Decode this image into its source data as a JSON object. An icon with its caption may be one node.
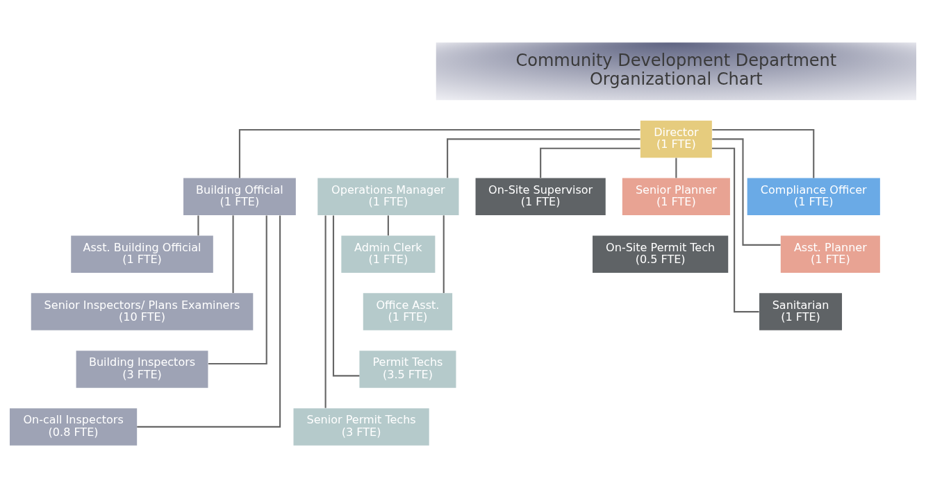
{
  "diagram": {
    "nodes": [
      {
        "text": [
          "Community Development Department",
          "Organizational Chart"
        ]
      },
      {
        "text": [
          "Director",
          "(1 FTE)"
        ]
      },
      {
        "text": [
          "Building Official",
          "(1 FTE)"
        ]
      },
      {
        "text": [
          "Operations Manager",
          "(1 FTE)"
        ]
      },
      {
        "text": [
          "Senior Planner",
          "(1 FTE)"
        ]
      },
      {
        "text": [
          "On-Site Supervisor",
          "(1 FTE)"
        ]
      },
      {
        "text": [
          "Compliance Officer",
          "(1 FTE)"
        ]
      },
      {
        "text": [
          "Asst. Building Official",
          "(1 FTE)"
        ]
      },
      {
        "text": [
          "Admin Clerk",
          "(1 FTE)"
        ]
      },
      {
        "text": [
          "Asst. Planner",
          "(1 FTE)"
        ]
      },
      {
        "text": [
          "On-Site Permit Tech",
          "(0.5 FTE)"
        ]
      },
      {
        "text": [
          "Office Asst.",
          "(1 FTE)"
        ]
      },
      {
        "text": [
          "Sanitarian",
          "(1 FTE)"
        ]
      },
      {
        "text": [
          "Senior Inspectors/ Plans Examiners",
          "(10 FTE)"
        ]
      },
      {
        "text": [
          "Permit Techs",
          "(3.5 FTE)"
        ]
      },
      {
        "text": [
          "Building Inspectors",
          "(3 FTE)"
        ]
      },
      {
        "text": [
          "Senior Permit Techs",
          "(3 FTE)"
        ]
      },
      {
        "text": [
          "On-call Inspectors",
          "(0.8 FTE)"
        ]
      }
    ],
    "edges": [
      {
        "from": 1,
        "to": 2,
        "arrow": "none"
      },
      {
        "from": 1,
        "to": 3,
        "arrow": "none"
      },
      {
        "from": 1,
        "to": 4,
        "arrow": "none"
      },
      {
        "from": 1,
        "to": 9,
        "arrow": "none"
      },
      {
        "from": 1,
        "to": 5,
        "arrow": "none"
      },
      {
        "from": 1,
        "to": 12,
        "arrow": "none"
      },
      {
        "from": 1,
        "to": 6,
        "arrow": "none"
      },
      {
        "from": 2,
        "to": 7,
        "arrow": "none"
      },
      {
        "from": 2,
        "to": 13,
        "arrow": "none"
      },
      {
        "from": 2,
        "to": 15,
        "arrow": "none"
      },
      {
        "from": 2,
        "to": 17,
        "arrow": "none"
      },
      {
        "from": 3,
        "to": 8,
        "arrow": "none"
      },
      {
        "from": 3,
        "to": 11,
        "arrow": "none"
      },
      {
        "from": 3,
        "to": 14,
        "arrow": "none"
      },
      {
        "from": 3,
        "to": 16,
        "arrow": "none"
      }
    ]
  }
}
